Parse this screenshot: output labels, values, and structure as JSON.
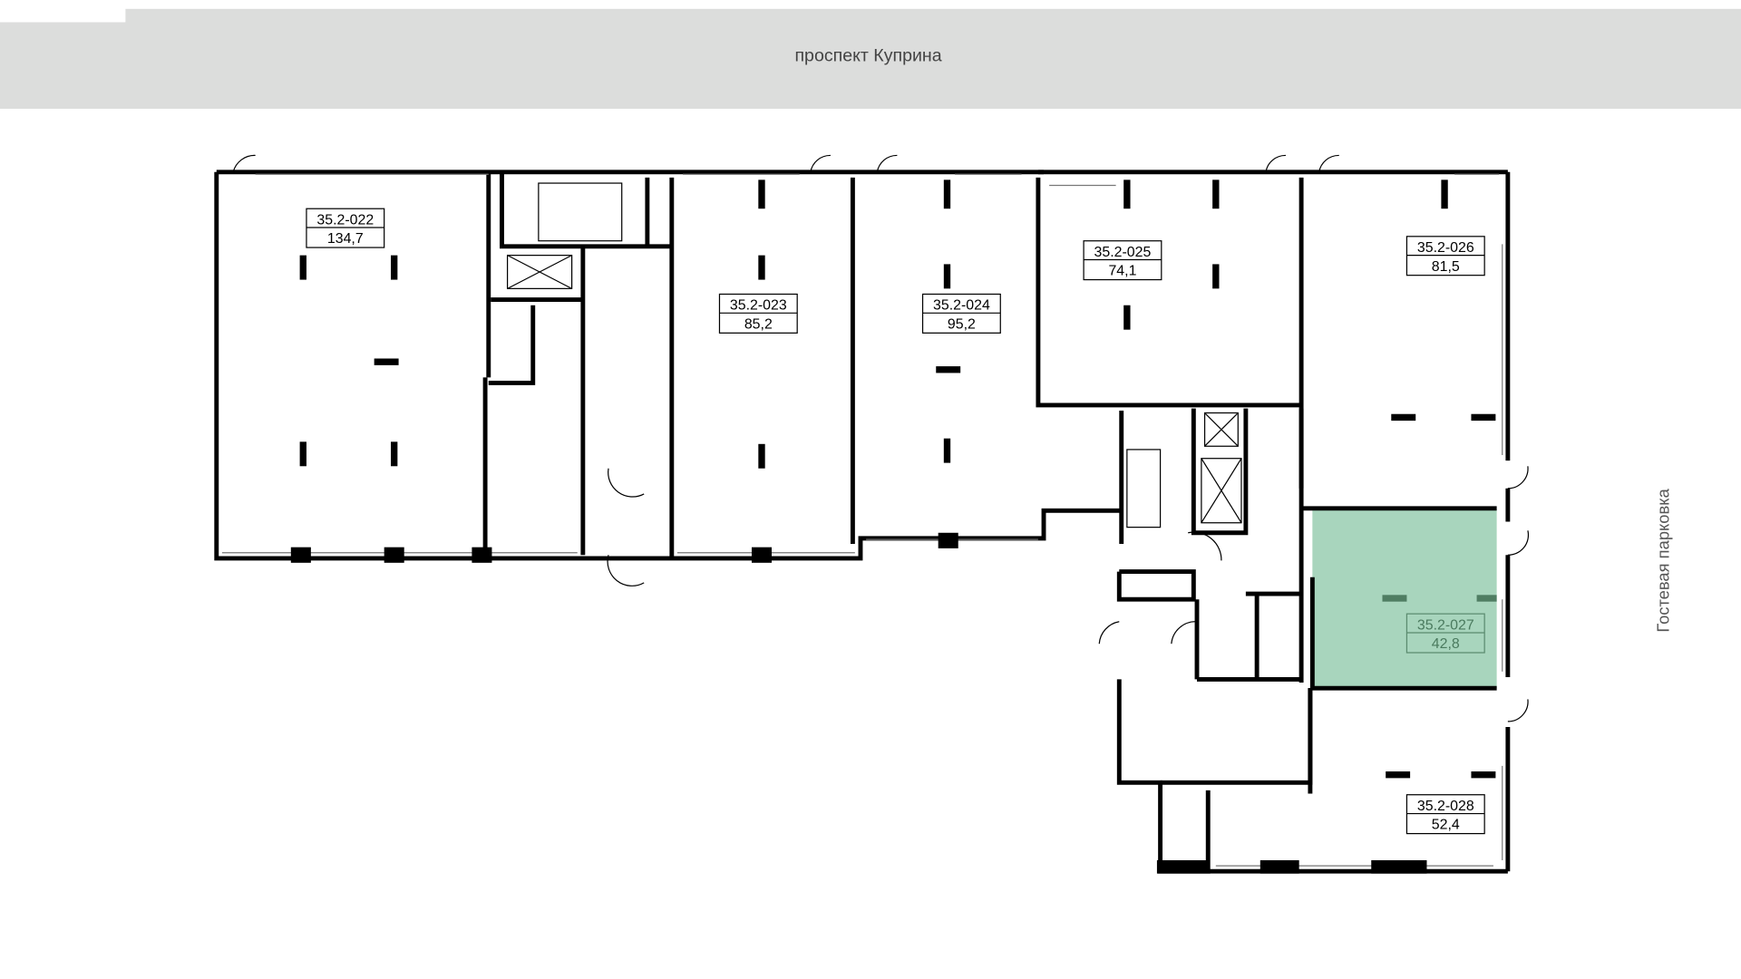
{
  "street_label": "проспект Куприна",
  "side_label": "Гостевая парковка",
  "colors": {
    "band": "#dcdddc",
    "selected_fill": "#a8d5bd",
    "selected_text": "#4a7a5e",
    "wall": "#000000"
  },
  "units": [
    {
      "code": "35.2-022",
      "area": "134,7",
      "selected": false
    },
    {
      "code": "35.2-023",
      "area": "85,2",
      "selected": false
    },
    {
      "code": "35.2-024",
      "area": "95,2",
      "selected": false
    },
    {
      "code": "35.2-025",
      "area": "74,1",
      "selected": false
    },
    {
      "code": "35.2-026",
      "area": "81,5",
      "selected": false
    },
    {
      "code": "35.2-027",
      "area": "42,8",
      "selected": true
    },
    {
      "code": "35.2-028",
      "area": "52,4",
      "selected": false
    }
  ]
}
